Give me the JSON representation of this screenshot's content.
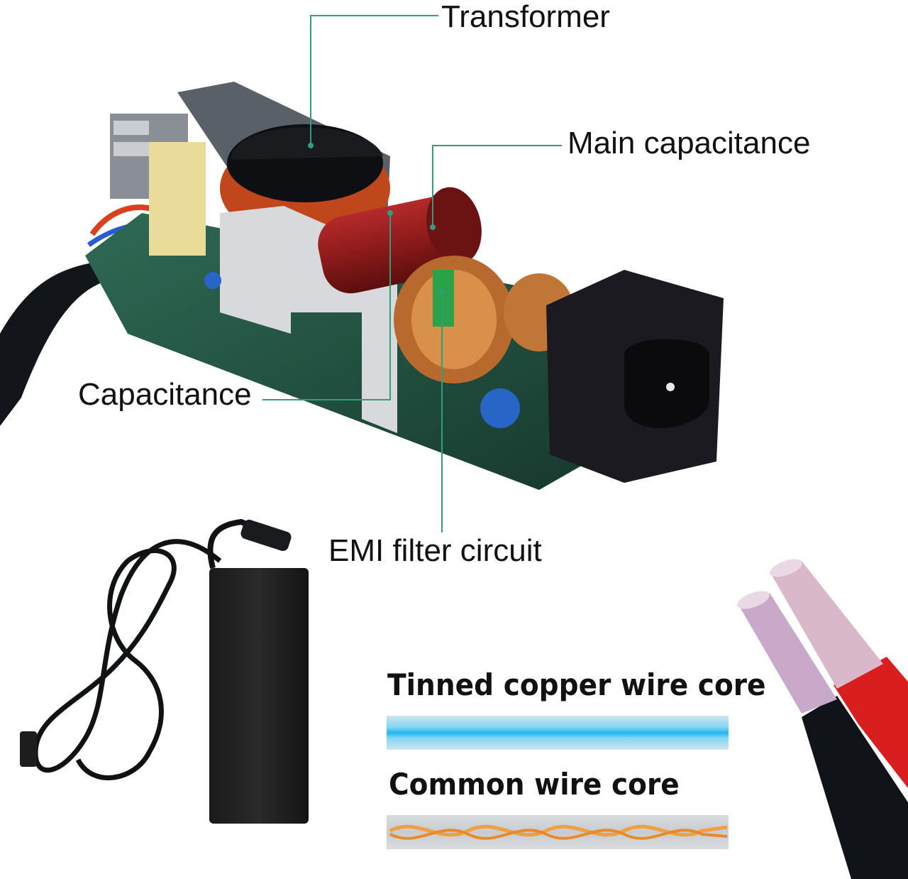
{
  "callouts": {
    "transformer": "Transformer",
    "main_capacitance": "Main capacitance",
    "capacitance": "Capacitance",
    "emi_filter": "EMI filter circuit"
  },
  "wire_comparison": {
    "tinned_label": "Tinned copper wire core",
    "common_label": "Common wire core"
  },
  "colors": {
    "callout_line": "#2e9e7c",
    "pcb_green": "#1f4a3c",
    "capacitor_red": "#8c1a1a",
    "transformer_copper": "#c0461b",
    "tinned_core_blue": "#35c6f0",
    "common_core_orange": "#f0a040",
    "cable_red": "#d81e1e"
  }
}
